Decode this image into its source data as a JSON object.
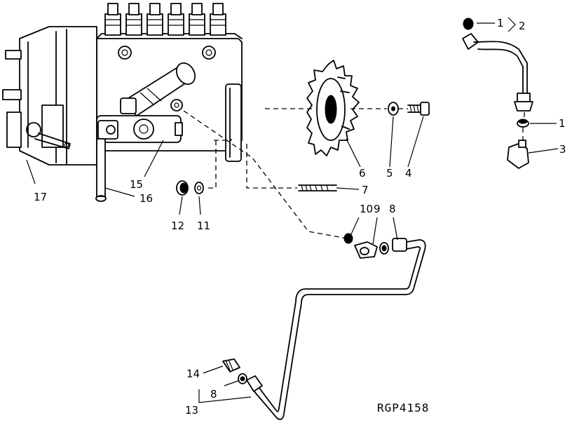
{
  "figure_code": "RGP4158",
  "callouts": {
    "c1a": "1",
    "c2": "2",
    "c1b": "1",
    "c3": "3",
    "c4": "4",
    "c5": "5",
    "c6": "6",
    "c7": "7",
    "c8a": "8",
    "c9": "9",
    "c10": "10",
    "c11": "11",
    "c12": "12",
    "c13": "13",
    "c14": "14",
    "c8b": "8",
    "c15": "15",
    "c16": "16",
    "c17": "17"
  }
}
